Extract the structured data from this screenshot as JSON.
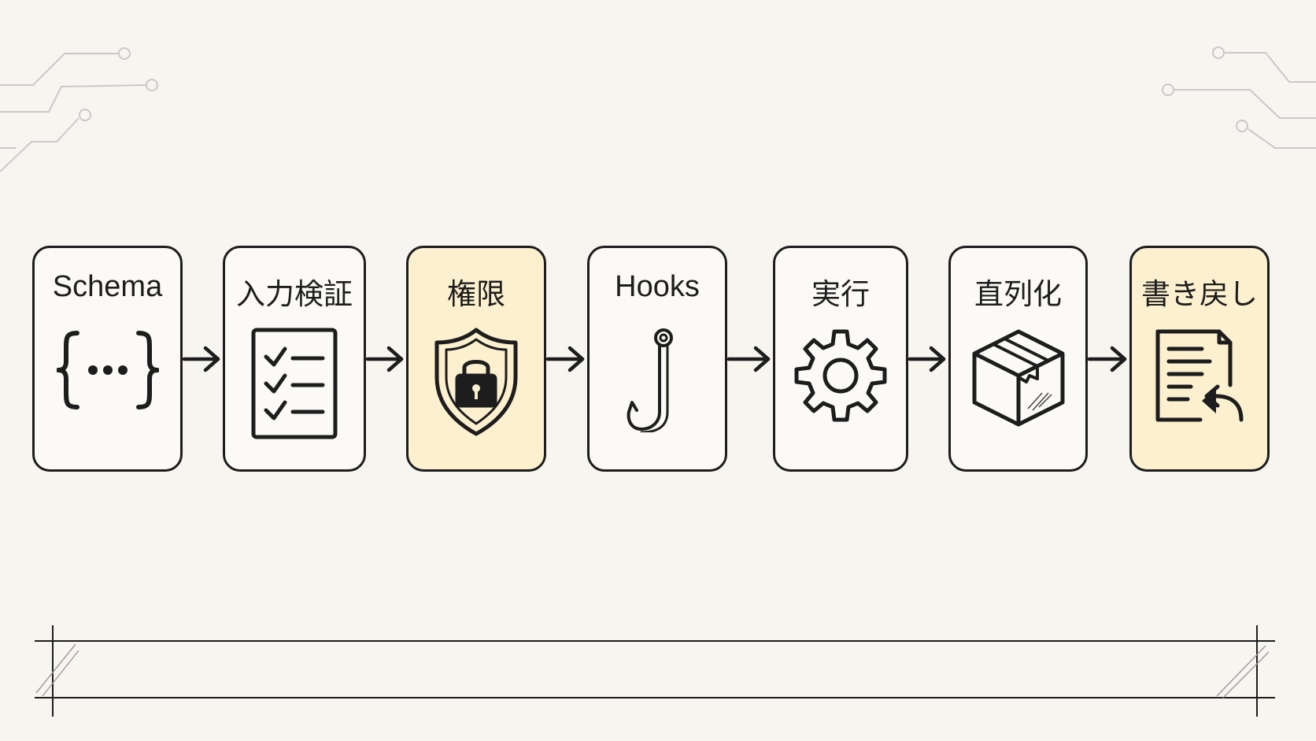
{
  "diagram": {
    "stages": [
      {
        "id": "schema",
        "label": "Schema",
        "icon": "braces-icon",
        "highlight": false
      },
      {
        "id": "validation",
        "label": "入力検証",
        "icon": "checklist-icon",
        "highlight": false
      },
      {
        "id": "permission",
        "label": "権限",
        "icon": "shield-lock-icon",
        "highlight": true
      },
      {
        "id": "hooks",
        "label": "Hooks",
        "icon": "hook-icon",
        "highlight": false
      },
      {
        "id": "execution",
        "label": "実行",
        "icon": "gear-icon",
        "highlight": false
      },
      {
        "id": "serialize",
        "label": "直列化",
        "icon": "box-icon",
        "highlight": false
      },
      {
        "id": "writeback",
        "label": "書き戻し",
        "icon": "document-return-icon",
        "highlight": true
      }
    ],
    "colors": {
      "background": "#f7f5f0",
      "stroke": "#1d1d1d",
      "highlight_fill": "#fcf0cf",
      "box_fill": "#fbfaf6",
      "circuit": "#c9c9c9"
    }
  }
}
